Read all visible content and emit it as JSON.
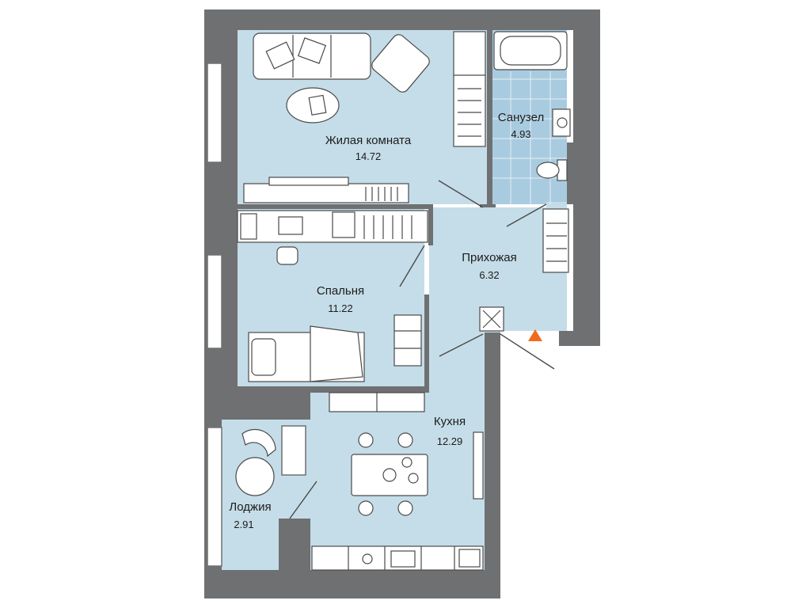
{
  "rooms": {
    "living": {
      "name": "Жилая комната",
      "area": "14.72"
    },
    "bath": {
      "name": "Санузел",
      "area": "4.93"
    },
    "hall": {
      "name": "Прихожая",
      "area": "6.32"
    },
    "bedroom": {
      "name": "Спальня",
      "area": "11.22"
    },
    "kitchen": {
      "name": "Кухня",
      "area": "12.29"
    },
    "loggia": {
      "name": "Лоджия",
      "area": "2.91"
    }
  },
  "colors": {
    "wall": "#6e7072",
    "floor": "#c5dde8",
    "tile": "#a9cbe0",
    "entrance_marker": "#f26b1d"
  },
  "icons": [
    "entrance-triangle-icon",
    "vent-shaft-icon"
  ]
}
